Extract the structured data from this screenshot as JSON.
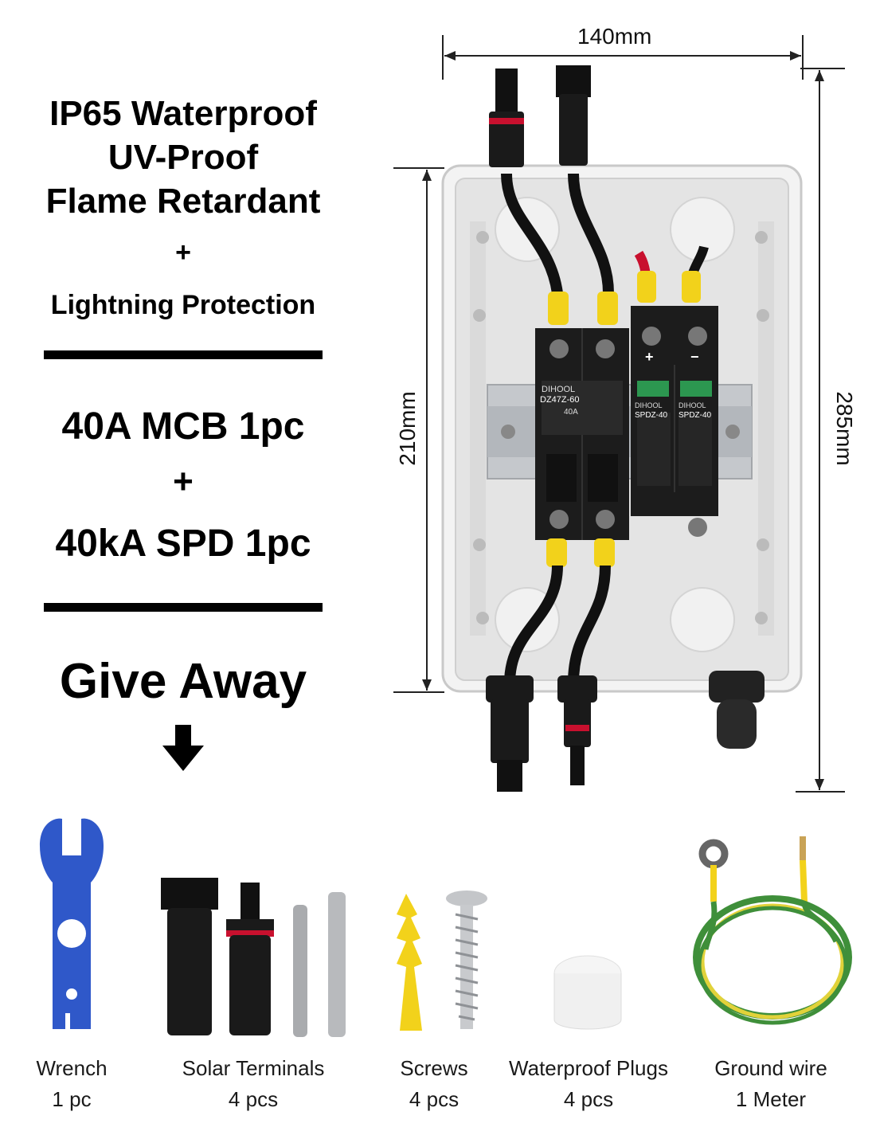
{
  "features": {
    "line1": "IP65 Waterproof",
    "line2": "UV-Proof",
    "line3": "Flame Retardant",
    "plus1": "+",
    "line4": "Lightning Protection",
    "mcb": "40A MCB 1pc",
    "plus2": "+",
    "spd": "40kA SPD 1pc",
    "giveaway": "Give Away"
  },
  "dimensions": {
    "width": "140mm",
    "inner_height": "210mm",
    "outer_height": "285mm"
  },
  "breaker_labels": {
    "mcb_brand": "DIHOOL",
    "mcb_model": "DZ47Z-60",
    "mcb_rating": "40A",
    "spd_brand_1": "DIHOOL",
    "spd_model_1": "SPDZ-40",
    "spd_brand_2": "DIHOOL",
    "spd_model_2": "SPDZ-40",
    "spd_plus": "+",
    "spd_minus": "−"
  },
  "accessories": [
    {
      "name": "Wrench",
      "qty": "1 pc"
    },
    {
      "name": "Solar Terminals",
      "qty": "4 pcs"
    },
    {
      "name": "Screws",
      "qty": "4 pcs"
    },
    {
      "name": "Waterproof Plugs",
      "qty": "4 pcs"
    },
    {
      "name": "Ground wire",
      "qty": "1 Meter"
    }
  ],
  "colors": {
    "enclosure": "#e9e9e9",
    "breaker": "#1c1c1c",
    "ferrule": "#f2d21b",
    "wrench": "#2f58c9",
    "ground_green": "#3f8f3a"
  }
}
